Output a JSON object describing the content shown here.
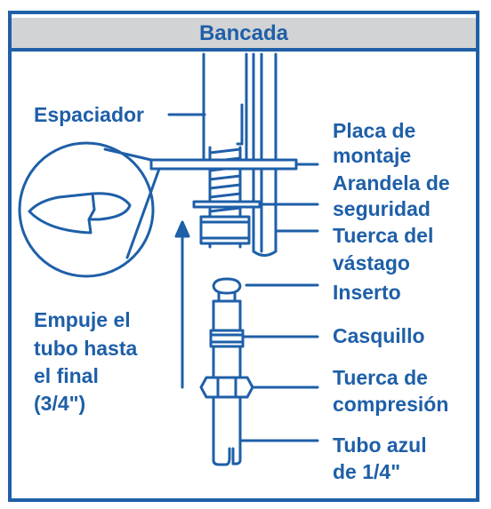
{
  "title": "Bancada",
  "colors": {
    "accent": "#1e5fa8",
    "header_bg": "#d2d3d4",
    "background": "#ffffff"
  },
  "labels": {
    "spacer": "Espaciador",
    "mounting_plate": [
      "Placa de",
      "montaje"
    ],
    "lock_washer": [
      "Arandela de",
      "seguridad"
    ],
    "stem_nut": [
      "Tuerca del",
      "vástago"
    ],
    "insert": "Inserto",
    "ferrule": "Casquillo",
    "compression_nut": [
      "Tuerca de",
      "compresión"
    ],
    "blue_tube": [
      "Tubo azul",
      "de 1/4\""
    ],
    "push_instruction": [
      "Empuje el",
      "tubo hasta",
      "el final",
      "(3/4\")"
    ]
  }
}
